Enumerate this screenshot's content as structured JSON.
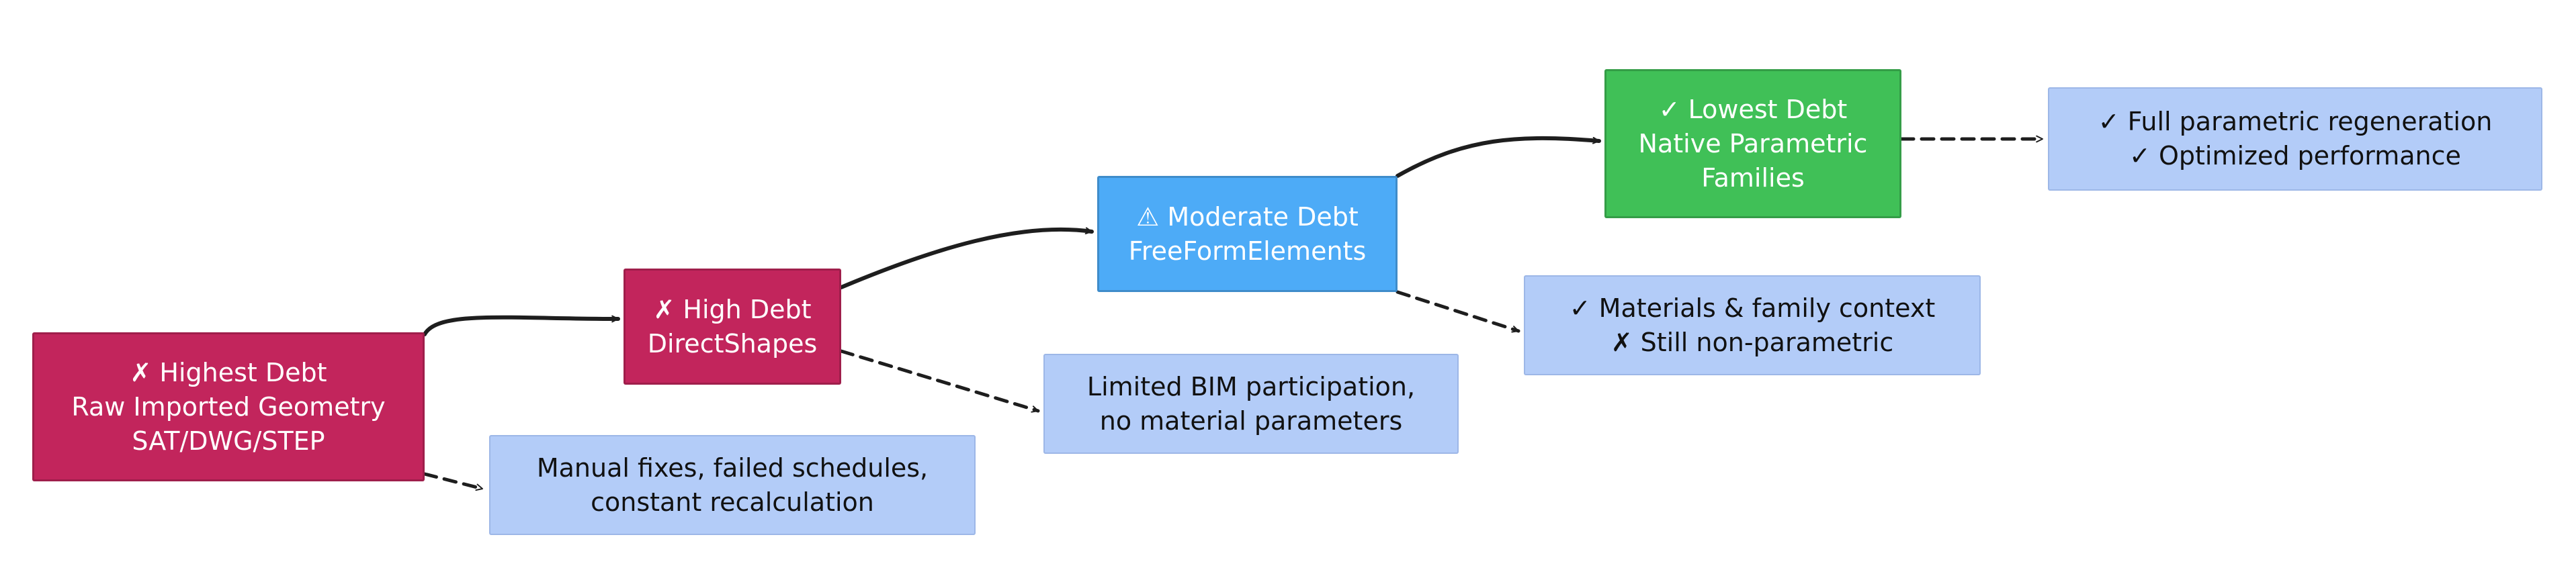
{
  "colors": {
    "highest_debt": "#c2255c",
    "high_debt": "#c2255c",
    "moderate_debt": "#4dabf7",
    "lowest_debt": "#40c057",
    "note": "#b3ccf8",
    "arrow": "#1e1e1e"
  },
  "stages": {
    "raw": {
      "label": "✗ Highest Debt\nRaw Imported Geometry\nSAT/DWG/STEP"
    },
    "directshapes": {
      "label": "✗ High Debt\nDirectShapes"
    },
    "freeform": {
      "label": "⚠ Moderate Debt\nFreeFormElements"
    },
    "native": {
      "label": "✓ Lowest Debt\nNative Parametric\nFamilies"
    }
  },
  "notes": {
    "raw": {
      "label": "Manual fixes, failed schedules,\nconstant recalculation"
    },
    "directshapes": {
      "label": "Limited BIM participation,\nno material parameters"
    },
    "freeform": {
      "label": "✓ Materials & family context\n✗ Still non-parametric"
    },
    "native": {
      "label": "✓ Full parametric regeneration\n✓ Optimized performance"
    }
  },
  "edges": [
    {
      "from": "raw",
      "to": "directshapes",
      "style": "solid"
    },
    {
      "from": "directshapes",
      "to": "freeform",
      "style": "solid"
    },
    {
      "from": "freeform",
      "to": "native",
      "style": "solid"
    },
    {
      "from": "raw",
      "to": "raw-note",
      "style": "dashed"
    },
    {
      "from": "directshapes",
      "to": "directshapes-note",
      "style": "dashed"
    },
    {
      "from": "freeform",
      "to": "freeform-note",
      "style": "dashed"
    },
    {
      "from": "native",
      "to": "native-note",
      "style": "dashed"
    }
  ]
}
